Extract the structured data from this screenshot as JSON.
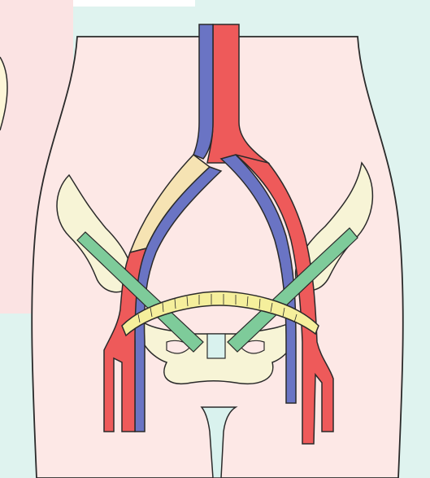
{
  "diagram": {
    "colors": {
      "background_teal": "#dff3ef",
      "background_pink_panel": "#fbe3e3",
      "body_skin": "#fde8e6",
      "outline": "#2a2a2a",
      "artery_red": "#ee5a5a",
      "vein_blue": "#6a74c4",
      "ovary_cream": "#f6e3b3",
      "bone_cream": "#f7f4d6",
      "ligament_green": "#7ecb9a",
      "tube_yellow": "#f5ef9c",
      "vagina_teal": "#d9f2ee"
    },
    "structures": [
      "body-outline",
      "aorta",
      "inferior-vena-cava",
      "left-common-iliac-vessels",
      "right-common-iliac-vessels",
      "left-iliac-bone",
      "right-iliac-bone",
      "pelvic-bone",
      "uterine-tube",
      "left-ligament",
      "right-ligament",
      "vaginal-canal"
    ]
  }
}
